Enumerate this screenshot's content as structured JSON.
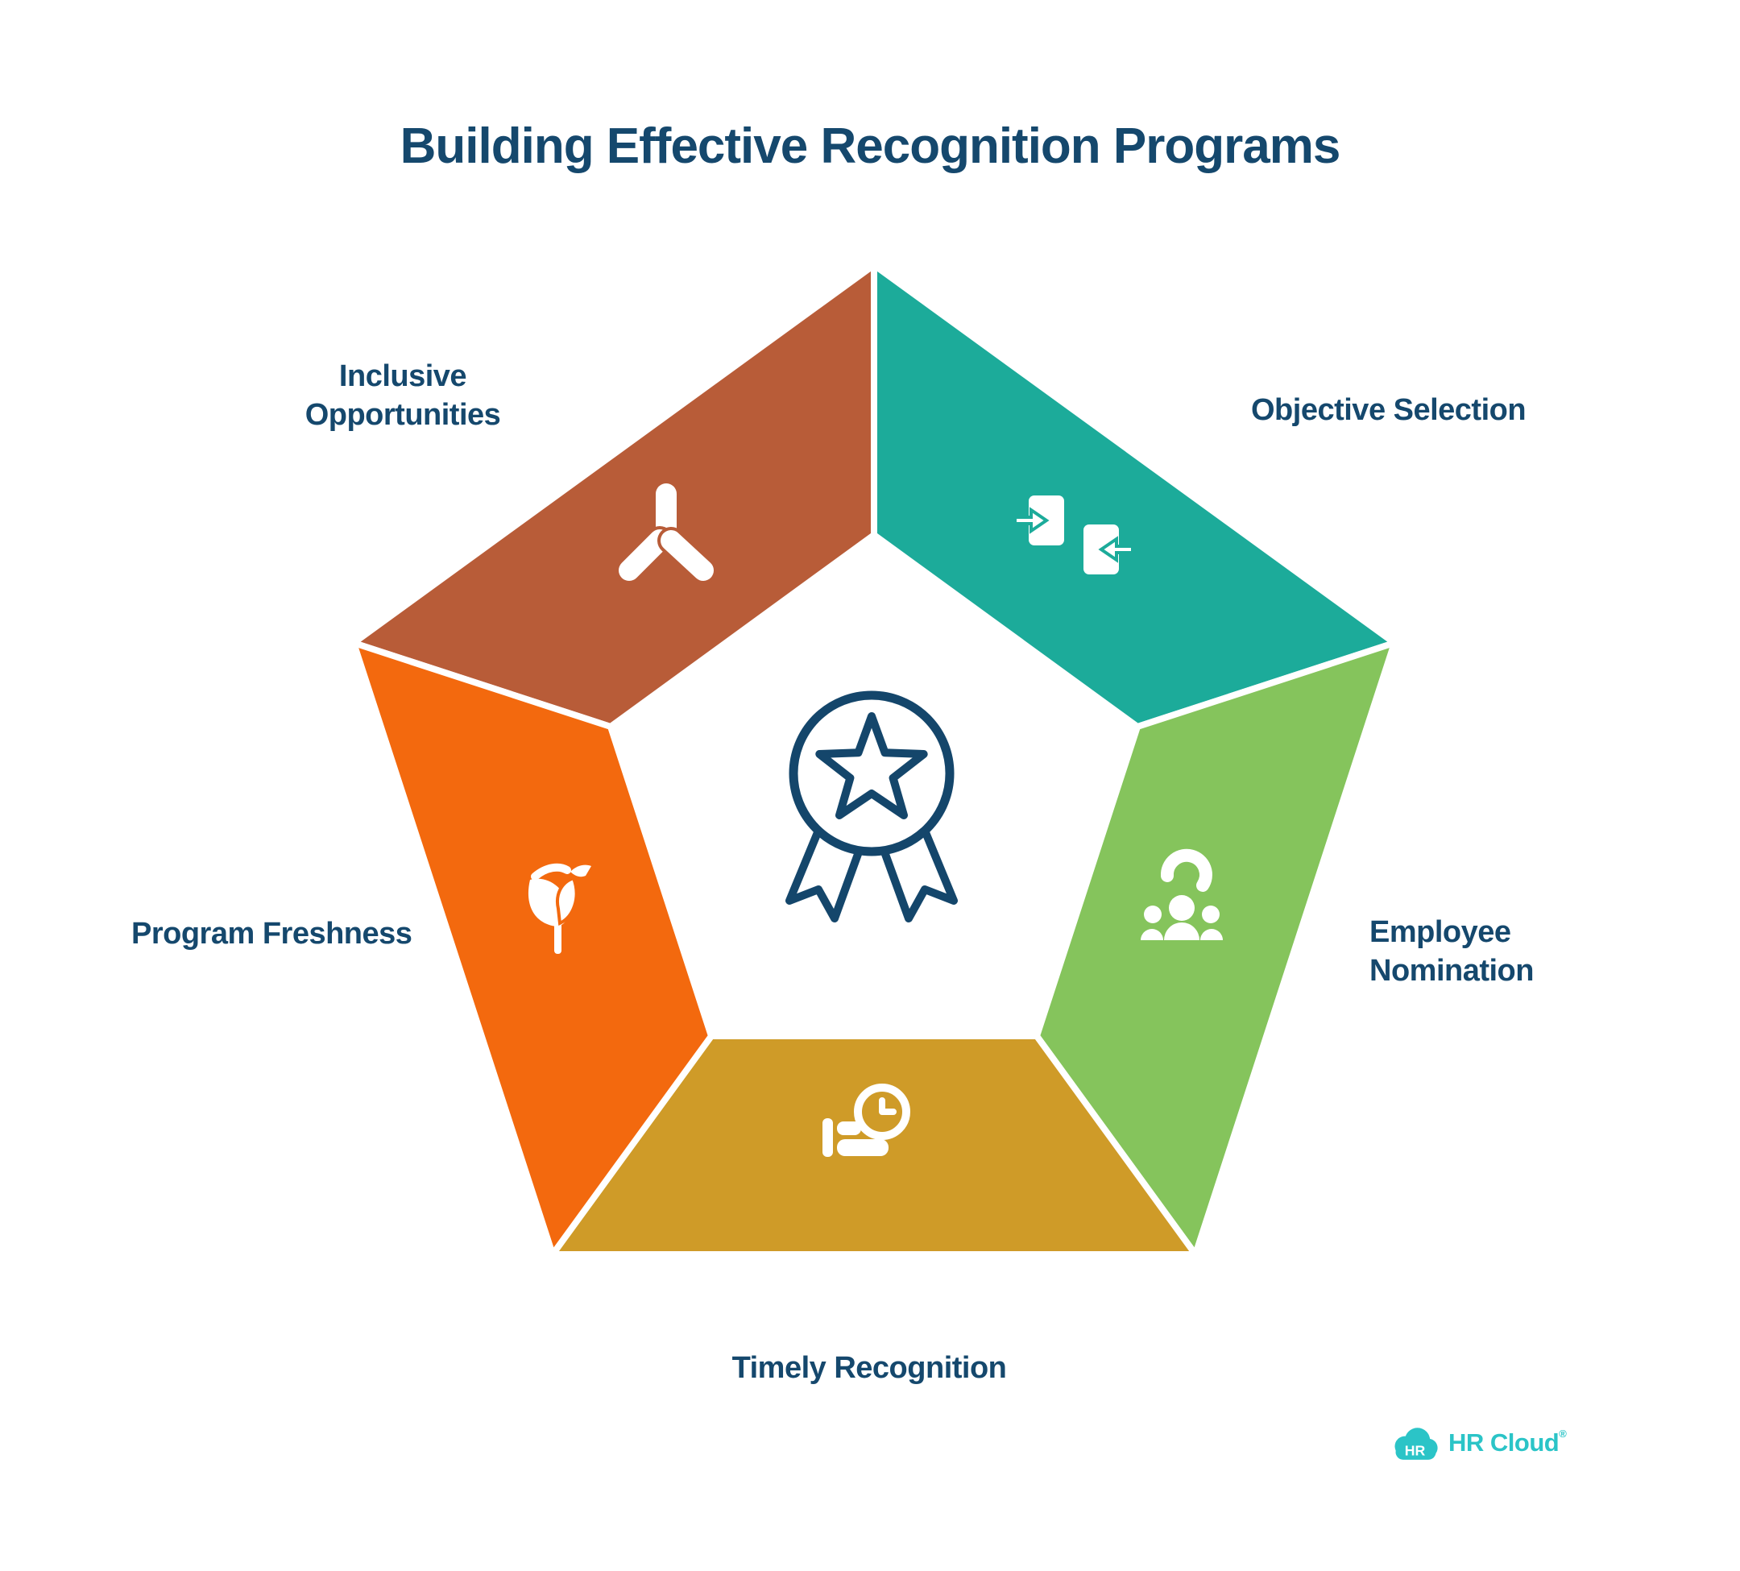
{
  "title": "Building Effective Recognition Programs",
  "colors": {
    "title_navy": "#15486d",
    "award_outline": "#14466b",
    "background": "#ffffff",
    "logo_teal": "#2bc4c7",
    "segment_divider": "#ffffff"
  },
  "pentagon": {
    "center_icon": "award-medal-icon",
    "segments": [
      {
        "id": "inclusive-opportunities",
        "label": "Inclusive\nOpportunities",
        "color": "#b85c38",
        "icon": "hands-together-icon",
        "position": "top-left"
      },
      {
        "id": "objective-selection",
        "label": "Objective Selection",
        "color": "#1cab9a",
        "icon": "transfer-cards-icon",
        "position": "top-right"
      },
      {
        "id": "employee-nomination",
        "label": "Employee\nNomination",
        "color": "#85c45c",
        "icon": "hand-picking-person-icon",
        "position": "right"
      },
      {
        "id": "timely-recognition",
        "label": "Timely Recognition",
        "color": "#cf9b28",
        "icon": "clock-offering-hand-icon",
        "position": "bottom"
      },
      {
        "id": "program-freshness",
        "label": "Program Freshness",
        "color": "#f3690e",
        "icon": "tulip-flower-icon",
        "position": "left"
      }
    ]
  },
  "logo": {
    "badge_text": "HR",
    "name": "HR Cloud",
    "registered_mark": "®"
  }
}
